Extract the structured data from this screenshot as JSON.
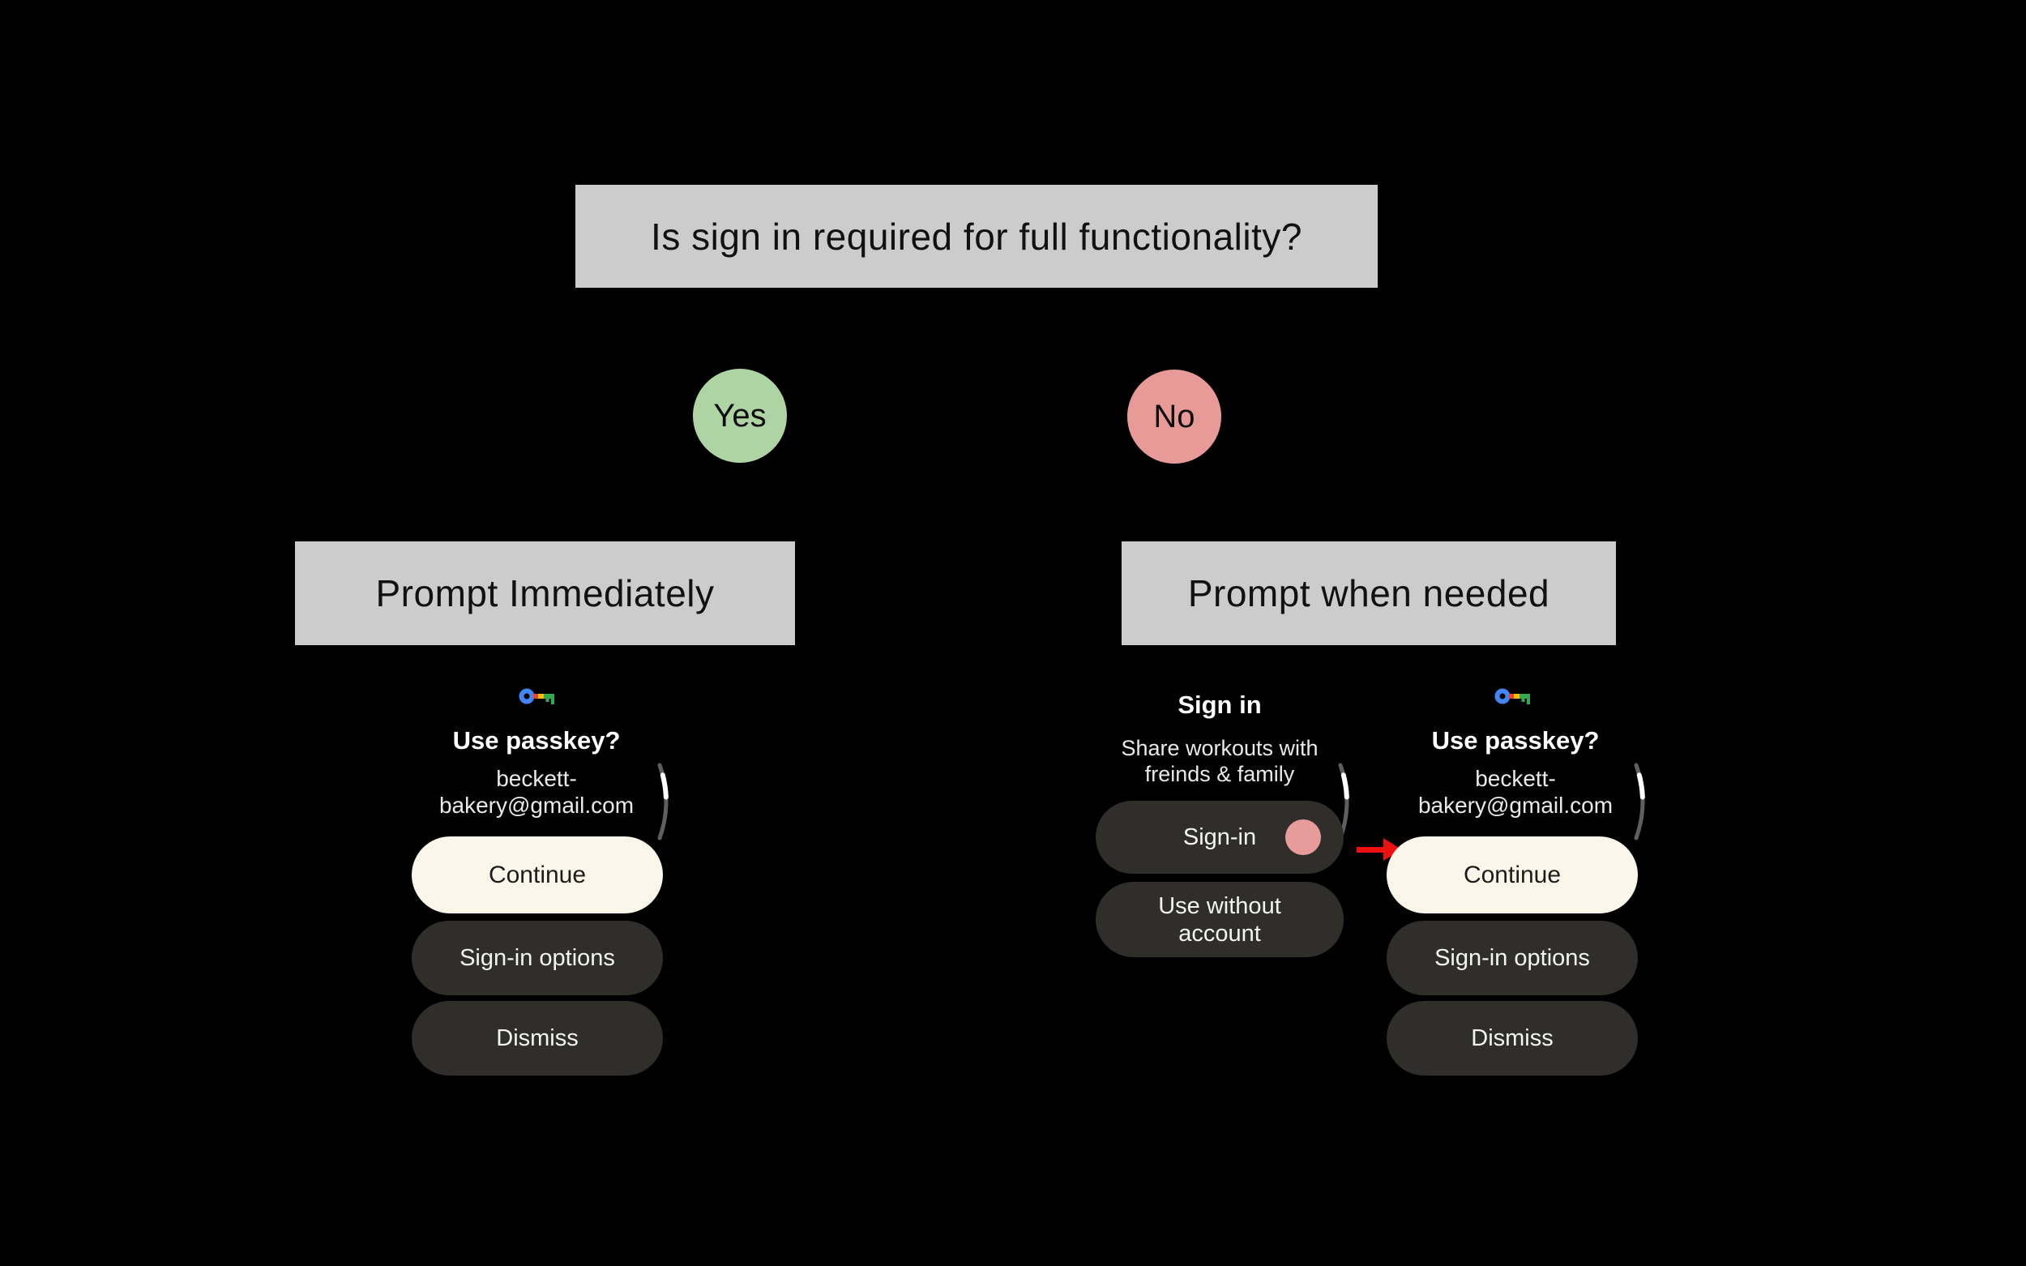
{
  "question": {
    "label": "Is sign in required for full functionality?"
  },
  "branches": {
    "yes_label": "Yes",
    "no_label": "No"
  },
  "outcomes": {
    "immediate_label": "Prompt Immediately",
    "when_needed_label": "Prompt when needed"
  },
  "passkey_screen_left": {
    "icon": "google-passkey-icon",
    "title": "Use passkey?",
    "account_line1": "beckett-",
    "account_line2": "bakery@gmail.com",
    "continue_label": "Continue",
    "sign_in_options_label": "Sign-in options",
    "dismiss_label": "Dismiss"
  },
  "sign_in_screen": {
    "title": "Sign in",
    "subtitle_line1": "Share workouts with",
    "subtitle_line2": "freinds & family",
    "sign_in_label": "Sign-in",
    "use_without_line1": "Use without",
    "use_without_line2": "account",
    "tap_indicator_icon": "pink-tap-circle",
    "arrow_icon": "red-arrow-right"
  },
  "passkey_screen_right": {
    "icon": "google-passkey-icon",
    "title": "Use passkey?",
    "account_line1": "beckett-",
    "account_line2": "bakery@gmail.com",
    "continue_label": "Continue",
    "sign_in_options_label": "Sign-in options",
    "dismiss_label": "Dismiss"
  },
  "colors": {
    "background": "#000000",
    "box_gray": "#CCCCCC",
    "yes_green": "#AFD4A4",
    "no_pink": "#E89A99",
    "primary_cream": "#FAF6E9",
    "secondary_dark": "#2F2E2B",
    "tap_pink": "#E79B9B",
    "arrow_red": "#EF1111",
    "passkey_blue": "#4285F4",
    "passkey_red": "#EA4335",
    "passkey_yellow": "#FBBC04",
    "passkey_green": "#34A853"
  }
}
